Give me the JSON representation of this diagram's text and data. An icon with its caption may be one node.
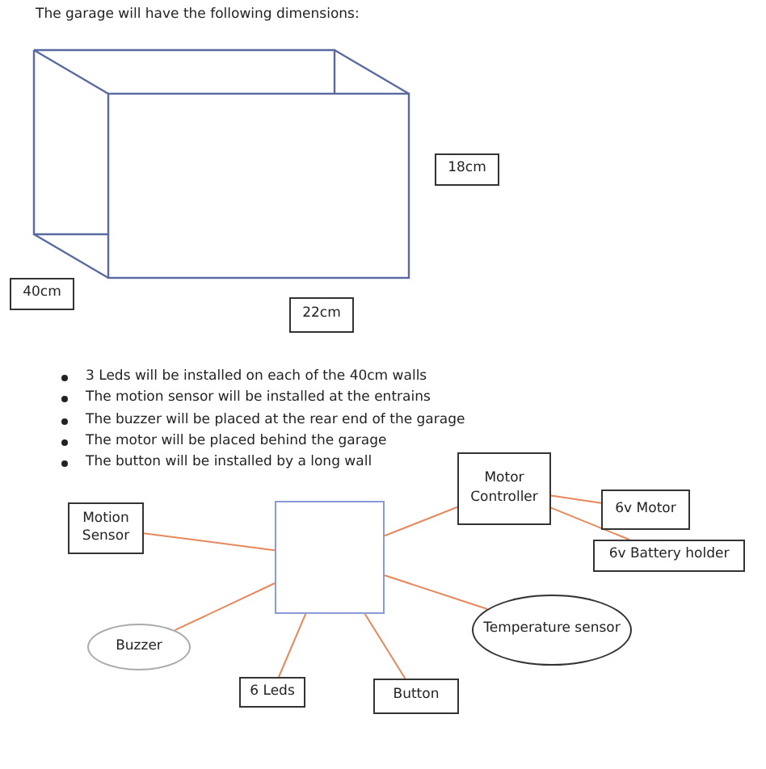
{
  "diagram": {
    "title": "The garage will have the following dimensions:",
    "nodes": [
      {
        "text": [
          "18cm"
        ]
      },
      {
        "text": [
          "40cm"
        ]
      },
      {
        "text": [
          "22cm"
        ]
      },
      {
        "text": [
          "Motor Controller"
        ]
      },
      {
        "text": [
          "6v Motor"
        ]
      },
      {
        "text": [],
        "shape": "box"
      },
      {
        "text": [
          "Motion Sensor"
        ]
      },
      {
        "text": [
          "6v Battery holder"
        ]
      },
      {
        "text": [
          "Temperature sensor"
        ]
      },
      {
        "text": [
          "Buzzer"
        ]
      },
      {
        "text": [
          "6 Leds"
        ]
      },
      {
        "text": [
          "Button"
        ]
      }
    ],
    "edges": [
      {
        "from": 5,
        "to": 3,
        "arrow": "none"
      },
      {
        "from": 3,
        "to": 4,
        "arrow": "none"
      },
      {
        "from": 3,
        "to": 7,
        "arrow": "none"
      },
      {
        "from": 6,
        "to": 5,
        "arrow": "none"
      },
      {
        "from": 5,
        "to": 8,
        "arrow": "none"
      },
      {
        "from": 9,
        "to": 5,
        "arrow": "none"
      },
      {
        "from": 10,
        "to": 5,
        "arrow": "none"
      },
      {
        "from": 11,
        "to": 5,
        "arrow": "none"
      }
    ],
    "labels": [
      "3 Leds will be installed on each of the 40cm walls",
      "The motion sensor will be installed at the entrains",
      "The buzzer will be placed at the rear end of the garage",
      "The motor will be placed behind the garage",
      "The button will be installed by a long wall"
    ]
  }
}
